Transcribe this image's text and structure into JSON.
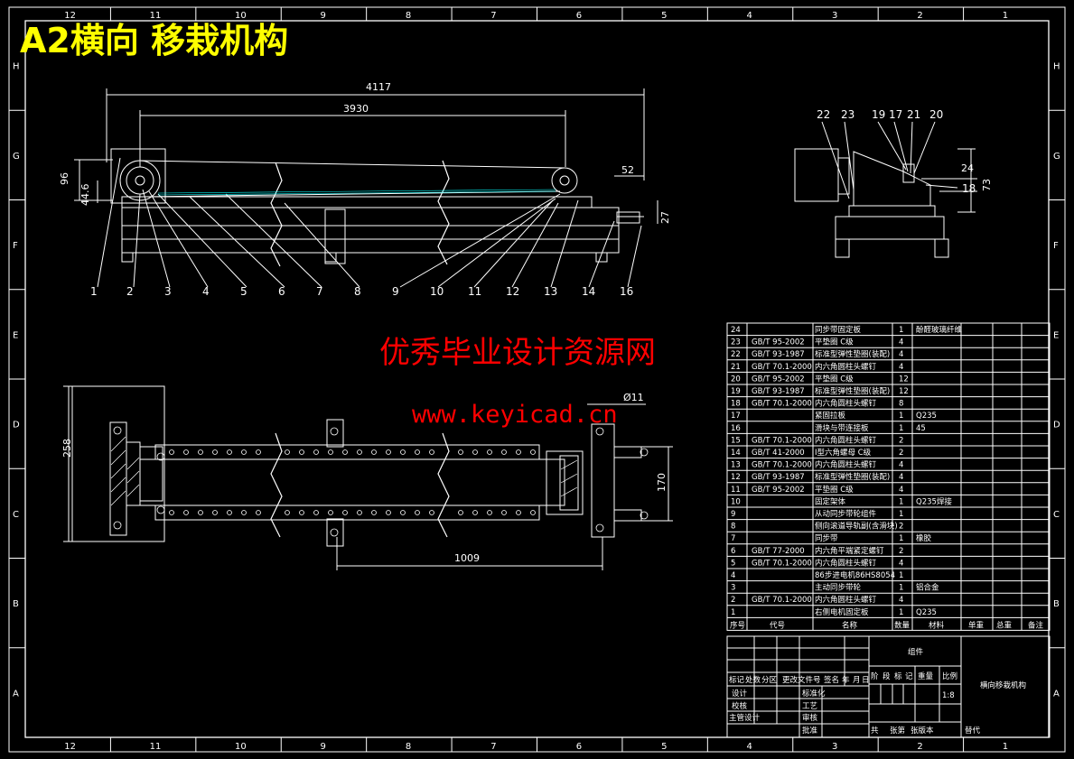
{
  "title": "A2横向 移栽机构",
  "watermark": {
    "line1": "优秀毕业设计资源网",
    "line2": "www.keyicad.cn"
  },
  "colors": {
    "background": "#000000",
    "line": "#ffffff",
    "title": "#ffff00",
    "watermark": "#ff0000",
    "hidden": "#00ffff"
  },
  "border": {
    "top_numbers": [
      "12",
      "11",
      "10",
      "9",
      "8",
      "7",
      "6",
      "5",
      "4",
      "3",
      "2",
      "1"
    ],
    "bottom_numbers": [
      "12",
      "11",
      "10",
      "9",
      "8",
      "7",
      "6",
      "5",
      "4",
      "3",
      "2",
      "1"
    ],
    "left_letters": [
      "H",
      "G",
      "F",
      "E",
      "D",
      "C",
      "B",
      "A"
    ],
    "right_letters": [
      "H",
      "G",
      "F",
      "E",
      "D",
      "C",
      "B",
      "A"
    ]
  },
  "dimensions": {
    "overall_length": "4117",
    "inner_length": "3930",
    "height_96": "96",
    "height_44_6": "44.6",
    "offset_52": "52",
    "offset_27": "27",
    "width_258": "258",
    "width_170": "170",
    "span_1009": "1009",
    "hole_dia": "Ø11",
    "side_24": "24",
    "side_73": "73"
  },
  "callouts_front": [
    "1",
    "2",
    "3",
    "4",
    "5",
    "6",
    "7",
    "8",
    "9",
    "10",
    "11",
    "12",
    "13",
    "14",
    "16"
  ],
  "callouts_side": [
    "22",
    "23",
    "19",
    "17",
    "21",
    "20",
    "18"
  ],
  "bom": {
    "header": {
      "no": "序号",
      "code": "代号",
      "name": "名称",
      "qty": "数量",
      "material": "材料",
      "unit_wt": "单重",
      "total_wt": "总重",
      "note": "备注"
    },
    "rows": [
      {
        "no": "24",
        "code": "",
        "name": "同步带固定板",
        "qty": "1",
        "material": "酚醛玻璃纤维"
      },
      {
        "no": "23",
        "code": "GB/T 95-2002",
        "name": "平垫圈 C级",
        "qty": "4",
        "material": ""
      },
      {
        "no": "22",
        "code": "GB/T 93-1987",
        "name": "标准型弹性垫圈(装配)",
        "qty": "4",
        "material": ""
      },
      {
        "no": "21",
        "code": "GB/T 70.1-2000",
        "name": "内六角圆柱头螺钉",
        "qty": "4",
        "material": ""
      },
      {
        "no": "20",
        "code": "GB/T 95-2002",
        "name": "平垫圈 C级",
        "qty": "12",
        "material": ""
      },
      {
        "no": "19",
        "code": "GB/T 93-1987",
        "name": "标准型弹性垫圈(装配)",
        "qty": "12",
        "material": ""
      },
      {
        "no": "18",
        "code": "GB/T 70.1-2000",
        "name": "内六角圆柱头螺钉",
        "qty": "8",
        "material": ""
      },
      {
        "no": "17",
        "code": "",
        "name": "紧固拉板",
        "qty": "1",
        "material": "Q235"
      },
      {
        "no": "16",
        "code": "",
        "name": "滑块与带连接板",
        "qty": "1",
        "material": "45"
      },
      {
        "no": "15",
        "code": "GB/T 70.1-2000",
        "name": "内六角圆柱头螺钉",
        "qty": "2",
        "material": ""
      },
      {
        "no": "14",
        "code": "GB/T 41-2000",
        "name": "I型六角螺母 C级",
        "qty": "2",
        "material": ""
      },
      {
        "no": "13",
        "code": "GB/T 70.1-2000",
        "name": "内六角圆柱头螺钉",
        "qty": "4",
        "material": ""
      },
      {
        "no": "12",
        "code": "GB/T 93-1987",
        "name": "标准型弹性垫圈(装配)",
        "qty": "4",
        "material": ""
      },
      {
        "no": "11",
        "code": "GB/T 95-2002",
        "name": "平垫圈 C级",
        "qty": "4",
        "material": ""
      },
      {
        "no": "10",
        "code": "",
        "name": "固定架体",
        "qty": "1",
        "material": "Q235焊接"
      },
      {
        "no": "9",
        "code": "",
        "name": "从动同步带轮组件",
        "qty": "1",
        "material": ""
      },
      {
        "no": "8",
        "code": "",
        "name": "侧向滚道导轨副(含滑块)",
        "qty": "2",
        "material": ""
      },
      {
        "no": "7",
        "code": "",
        "name": "同步带",
        "qty": "1",
        "material": "橡胶"
      },
      {
        "no": "6",
        "code": "GB/T 77-2000",
        "name": "内六角平端紧定螺钉",
        "qty": "2",
        "material": ""
      },
      {
        "no": "5",
        "code": "GB/T 70.1-2000",
        "name": "内六角圆柱头螺钉",
        "qty": "4",
        "material": ""
      },
      {
        "no": "4",
        "code": "",
        "name": "86步进电机86HS8054",
        "qty": "1",
        "material": ""
      },
      {
        "no": "3",
        "code": "",
        "name": "主动同步带轮",
        "qty": "1",
        "material": "铝合金"
      },
      {
        "no": "2",
        "code": "GB/T 70.1-2000",
        "name": "内六角圆柱头螺钉",
        "qty": "4",
        "material": ""
      },
      {
        "no": "1",
        "code": "",
        "name": "右侧电机固定板",
        "qty": "1",
        "material": "Q235"
      }
    ]
  },
  "title_block": {
    "assembly": "组件",
    "drawing_name": "横向移栽机构",
    "scale_label": "比例",
    "scale": "1:8",
    "stage_labels": [
      "阶",
      "段",
      "标",
      "记"
    ],
    "weight_label": "重量",
    "revision_header": [
      "标记",
      "处数",
      "分区",
      "更改文件号",
      "签名",
      "年",
      "月",
      "日"
    ],
    "row_design": "设计",
    "row_standard": "标准化",
    "row_check": "校核",
    "row_process": "工艺",
    "row_chief": "主管设计",
    "row_review": "审核",
    "row_approve": "批准",
    "sheet_total": "共",
    "sheet_label": "张第",
    "version": "张版本",
    "replace": "替代"
  }
}
